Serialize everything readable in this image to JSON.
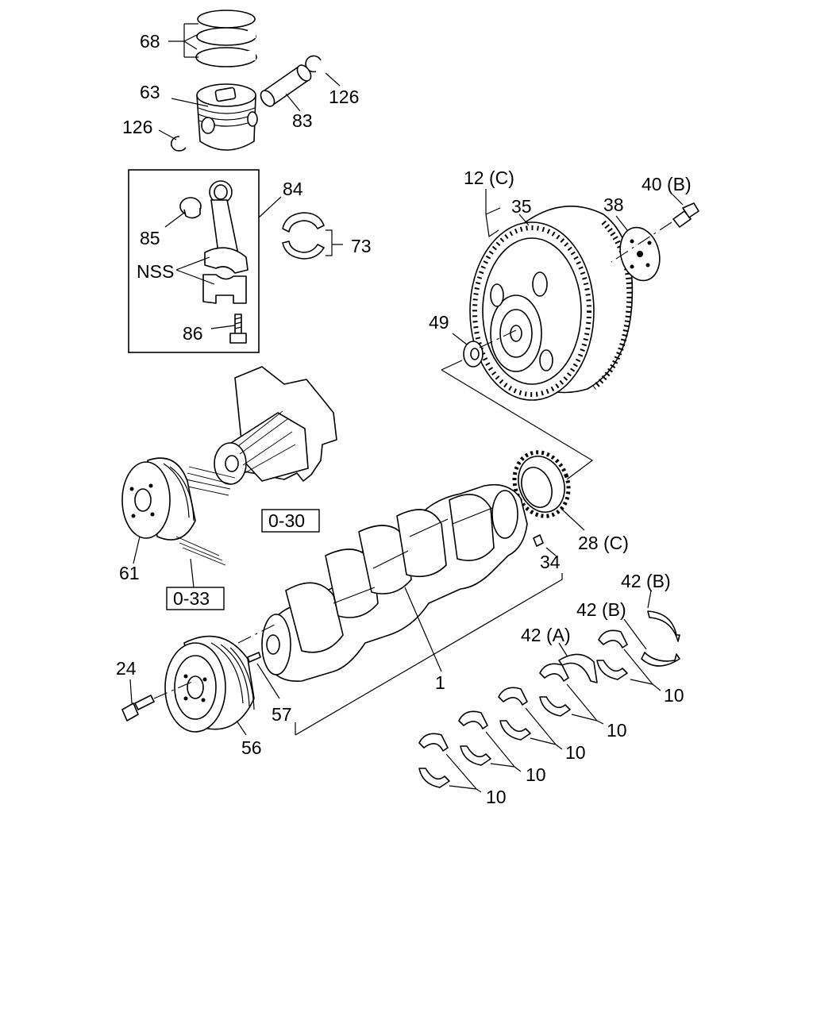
{
  "callouts": {
    "c68": "68",
    "c63": "63",
    "c126a": "126",
    "c126b": "126",
    "c83": "83",
    "c84": "84",
    "c85": "85",
    "c73": "73",
    "cNSS": "NSS",
    "c86": "86",
    "c12": "12 (C)",
    "c35": "35",
    "c38": "38",
    "c40": "40 (B)",
    "c49": "49",
    "c28": "28 (C)",
    "c34": "34",
    "c61": "61",
    "c24": "24",
    "c57": "57",
    "c56": "56",
    "c1": "1",
    "c42b1": "42 (B)",
    "c42b2": "42 (B)",
    "c42a": "42 (A)",
    "c10a": "10",
    "c10b": "10",
    "c10c": "10",
    "c10d": "10",
    "c10e": "10"
  },
  "references": {
    "r030": "0-30",
    "r033": "0-33"
  }
}
